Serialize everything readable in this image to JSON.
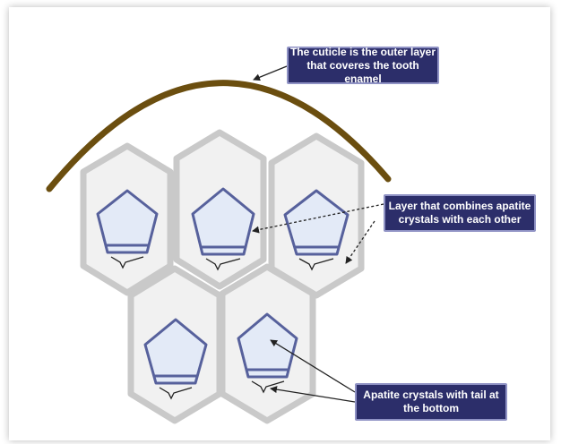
{
  "callouts": {
    "cuticle": {
      "line1": "The cuticle is the outer layer",
      "line2": "that coveres the tooth enamel"
    },
    "layer": {
      "line1": "Layer that combines apatite",
      "line2": "crystals with each other"
    },
    "apatite": {
      "line1": "Apatite crystals with tail at",
      "line2": "the bottom"
    }
  },
  "colors": {
    "cuticle_arc": "#6b4e0f",
    "hexagon_fill": "#f1f1f1",
    "hexagon_stroke": "#c9c9c9",
    "crystal_fill": "#e3eaf7",
    "crystal_stroke": "#57619c",
    "callout_bg": "#2c2e6a"
  }
}
